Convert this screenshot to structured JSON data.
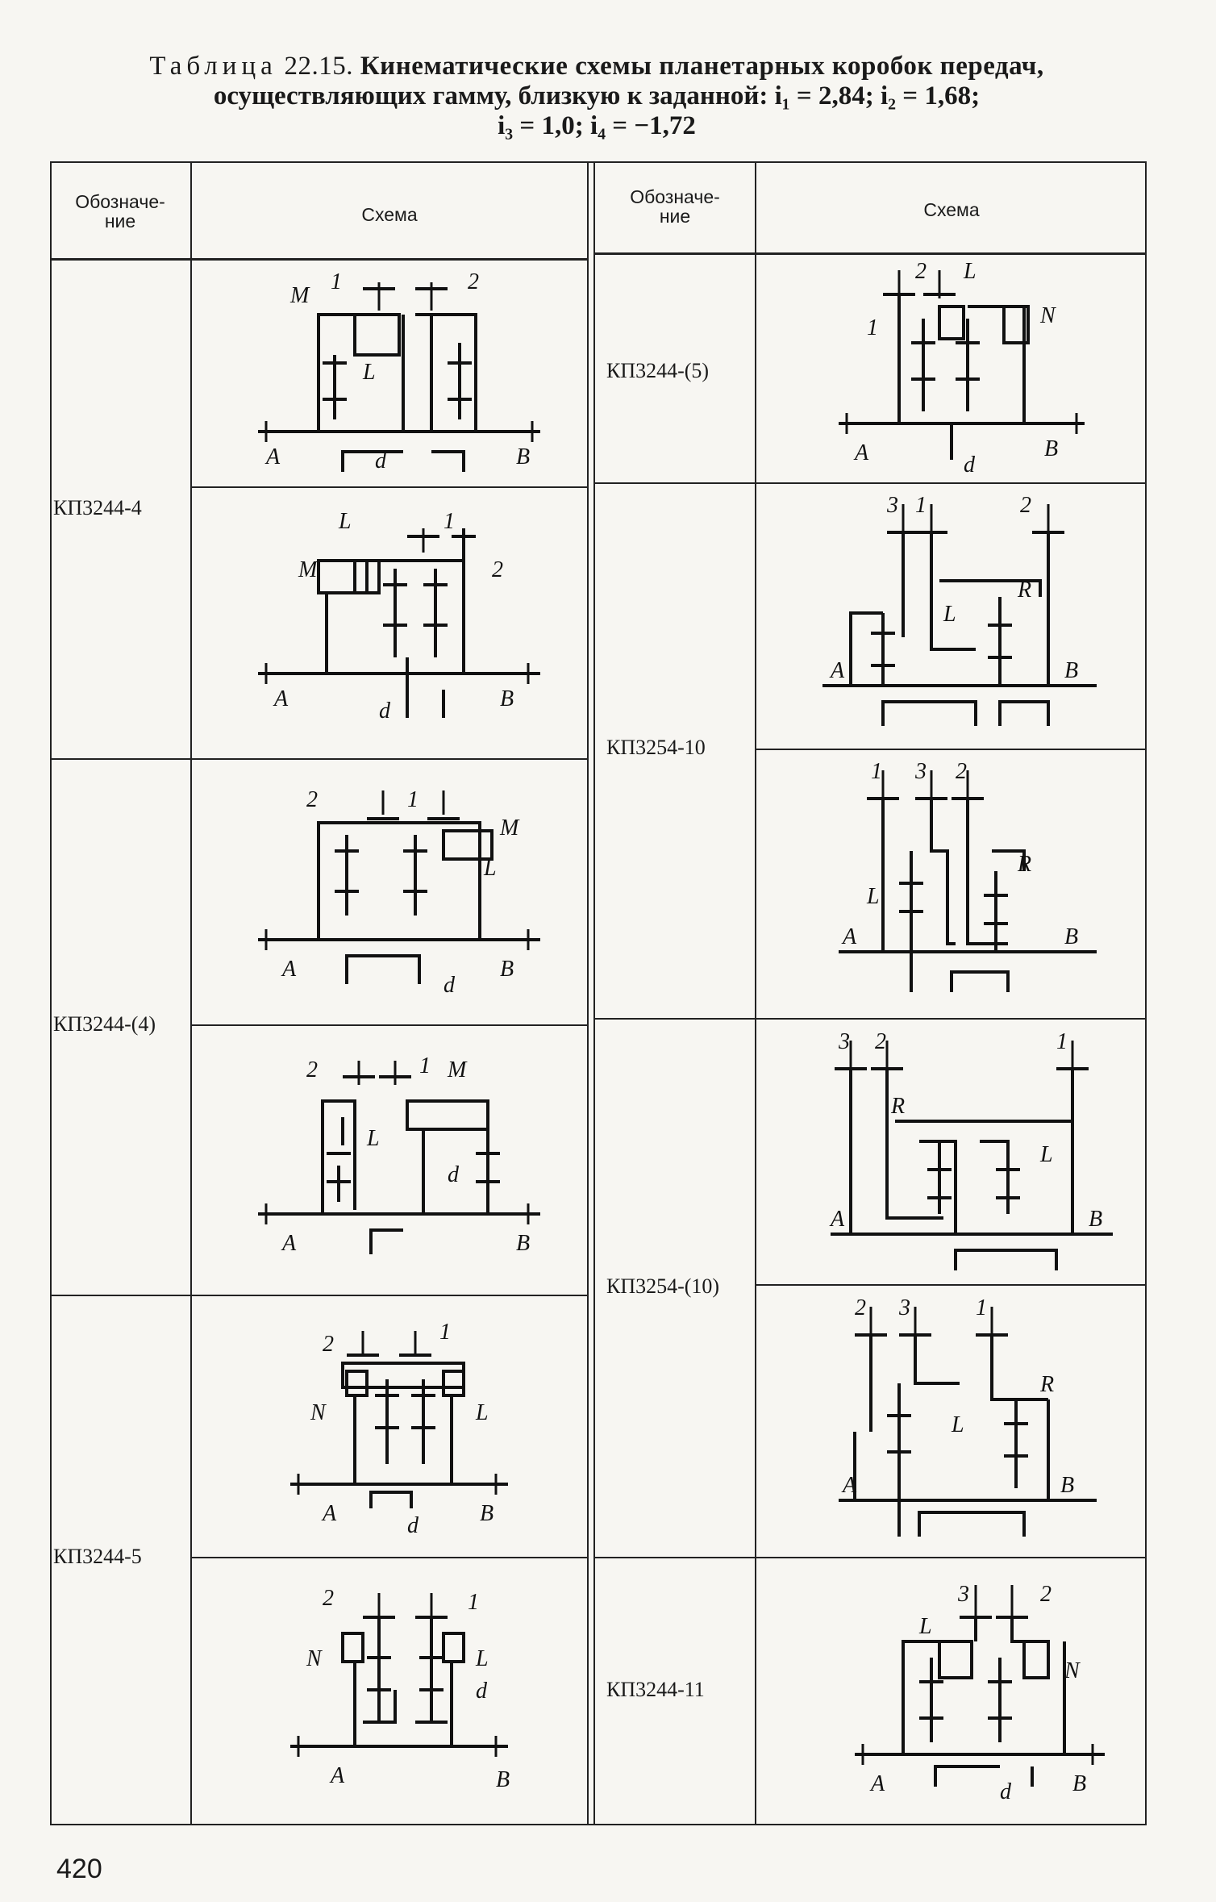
{
  "title": {
    "word": "Таблица",
    "number": "22.15.",
    "line1_rest": "Кинематические схемы планетарных коробок передач,",
    "line2": "осуществляющих гамму, близкую к заданной: i₁ = 2,84; i₂ = 1,68;",
    "line3": "i₃ = 1,0; i₄ = −1,72"
  },
  "table": {
    "headers": {
      "left_designation": "Обозначе-\nние",
      "left_scheme": "Схема",
      "right_designation": "Обозначе-\nние",
      "right_scheme": "Схема"
    },
    "left_rows": [
      {
        "designation": "КП3244-4"
      },
      {
        "designation": "КП3244-(4)"
      },
      {
        "designation": "КП3244-5"
      }
    ],
    "right_rows": [
      {
        "designation": "КП3244-(5)"
      },
      {
        "designation": "КП3254-10"
      },
      {
        "designation": "КП3254-(10)"
      },
      {
        "designation": "КП3244-11"
      }
    ]
  },
  "scheme_labels": {
    "input": "A",
    "output": "B",
    "carrier": "d",
    "brake_M": "M",
    "clutch_L": "L",
    "brake_N": "N",
    "brake_R": "R",
    "n1": "1",
    "n2": "2",
    "n3": "3"
  },
  "page_number": "420"
}
